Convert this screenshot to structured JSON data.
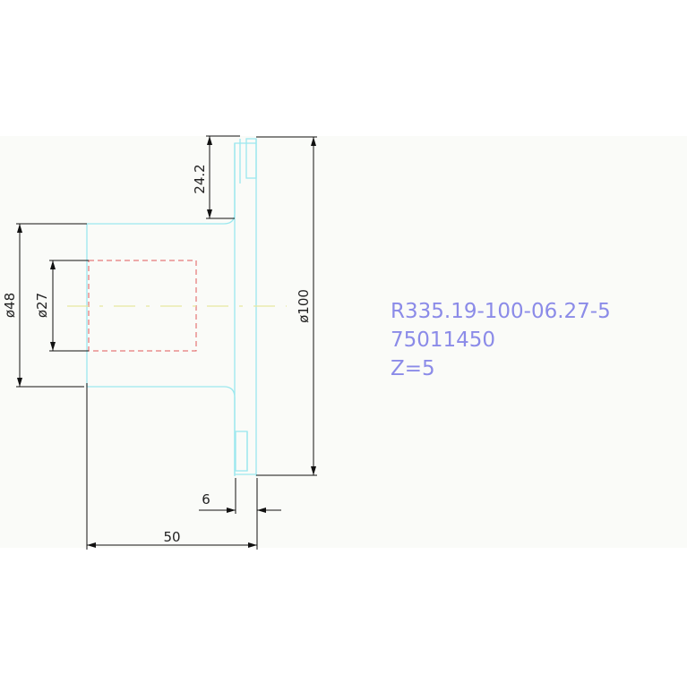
{
  "colors": {
    "page": "#ffffff",
    "sheet": "#fafbf8",
    "outline": "#9ce8ee",
    "hidden_bore": "#e05a5a",
    "centerline": "#e8e8a0",
    "dimension": "#111111",
    "note_text": "#8b8be8"
  },
  "dimensions": {
    "height_24_2": "24.2",
    "dia_48": "ø48",
    "dia_27": "ø27",
    "dia_100": "ø100",
    "width_6": "6",
    "length_50": "50"
  },
  "note": {
    "part_code": "R335.19-100-06.27-5",
    "article_number": "75011450",
    "teeth": "Z=5"
  }
}
